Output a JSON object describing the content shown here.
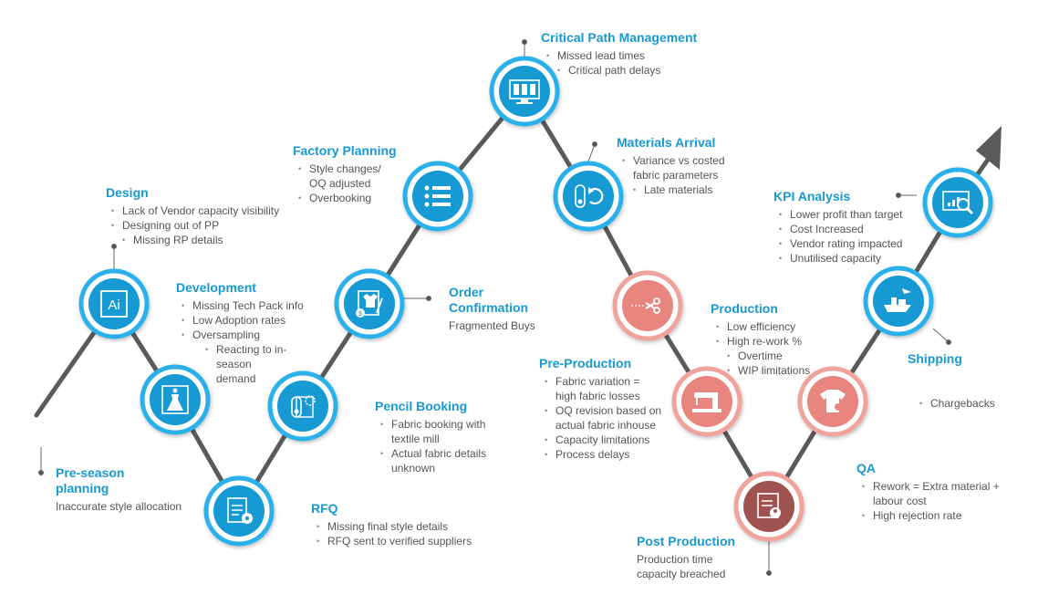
{
  "steps": {
    "preseason": {
      "title": "Pre-season planning",
      "note": "Inaccurate style allocation"
    },
    "design": {
      "title": "Design",
      "points": [
        "Lack of Vendor capacity visibility",
        "Designing out of PP",
        "Missing RP details"
      ],
      "icon_text": "Ai"
    },
    "development": {
      "title": "Development",
      "points": [
        "Missing Tech Pack info",
        "Low Adoption rates",
        "Oversampling",
        "Reacting to in-season demand"
      ]
    },
    "rfq": {
      "title": "RFQ",
      "points": [
        "Missing final style details",
        "RFQ sent to verified suppliers"
      ]
    },
    "pencil": {
      "title": "Pencil Booking",
      "points": [
        "Fabric booking with textile mill",
        "Actual fabric details unknown"
      ]
    },
    "order": {
      "title": "Order Confirmation",
      "note": "Fragmented Buys"
    },
    "factory": {
      "title": "Factory Planning",
      "points": [
        "Style changes/ OQ adjusted",
        "Overbooking"
      ]
    },
    "critical": {
      "title": "Critical Path Management",
      "points": [
        "Missed lead times",
        "Critical path delays"
      ]
    },
    "materials": {
      "title": "Materials Arrival",
      "points": [
        "Variance vs costed fabric parameters",
        "Late materials"
      ]
    },
    "preprod": {
      "title": "Pre-Production",
      "points": [
        "Fabric variation = high fabric losses",
        "OQ revision based on actual fabric inhouse",
        "Capacity limitations",
        "Process delays"
      ]
    },
    "production": {
      "title": "Production",
      "points": [
        "Low efficiency",
        "High re-work %",
        "Overtime",
        "WIP limitations"
      ]
    },
    "postprod": {
      "title": "Post Production",
      "note": "Production time capacity breached"
    },
    "qa": {
      "title": "QA",
      "points": [
        "Rework = Extra material + labour cost",
        "High rejection rate"
      ]
    },
    "shipping": {
      "title": "Shipping",
      "points": [
        "Chargebacks"
      ]
    },
    "kpi": {
      "title": "KPI Analysis",
      "points": [
        "Lower profit than target",
        "Cost Increased",
        "Vendor rating impacted",
        "Unutilised capacity"
      ]
    }
  },
  "colors": {
    "blue": "#1799d4",
    "blue_ring": "#2ab0ea",
    "red": "#e8857f",
    "red_ring": "#f0a29c",
    "line": "#555555",
    "title": "#1799d4",
    "text": "#555555"
  },
  "icons": {
    "design": "adobe-illustrator-icon",
    "development": "dress-design-icon",
    "rfq": "clipboard-gear-icon",
    "pencil": "fabric-roll-gear-icon",
    "order": "shirt-clipboard-icon",
    "factory": "planning-list-icon",
    "critical": "monitor-dashboard-icon",
    "materials": "fabric-roll-refresh-icon",
    "preprod": "scissors-icon",
    "production": "sewing-machine-icon",
    "postprod": "clipboard-person-icon",
    "qa": "tshirt-check-icon",
    "shipping": "cargo-ship-icon",
    "kpi": "monitor-search-icon"
  }
}
